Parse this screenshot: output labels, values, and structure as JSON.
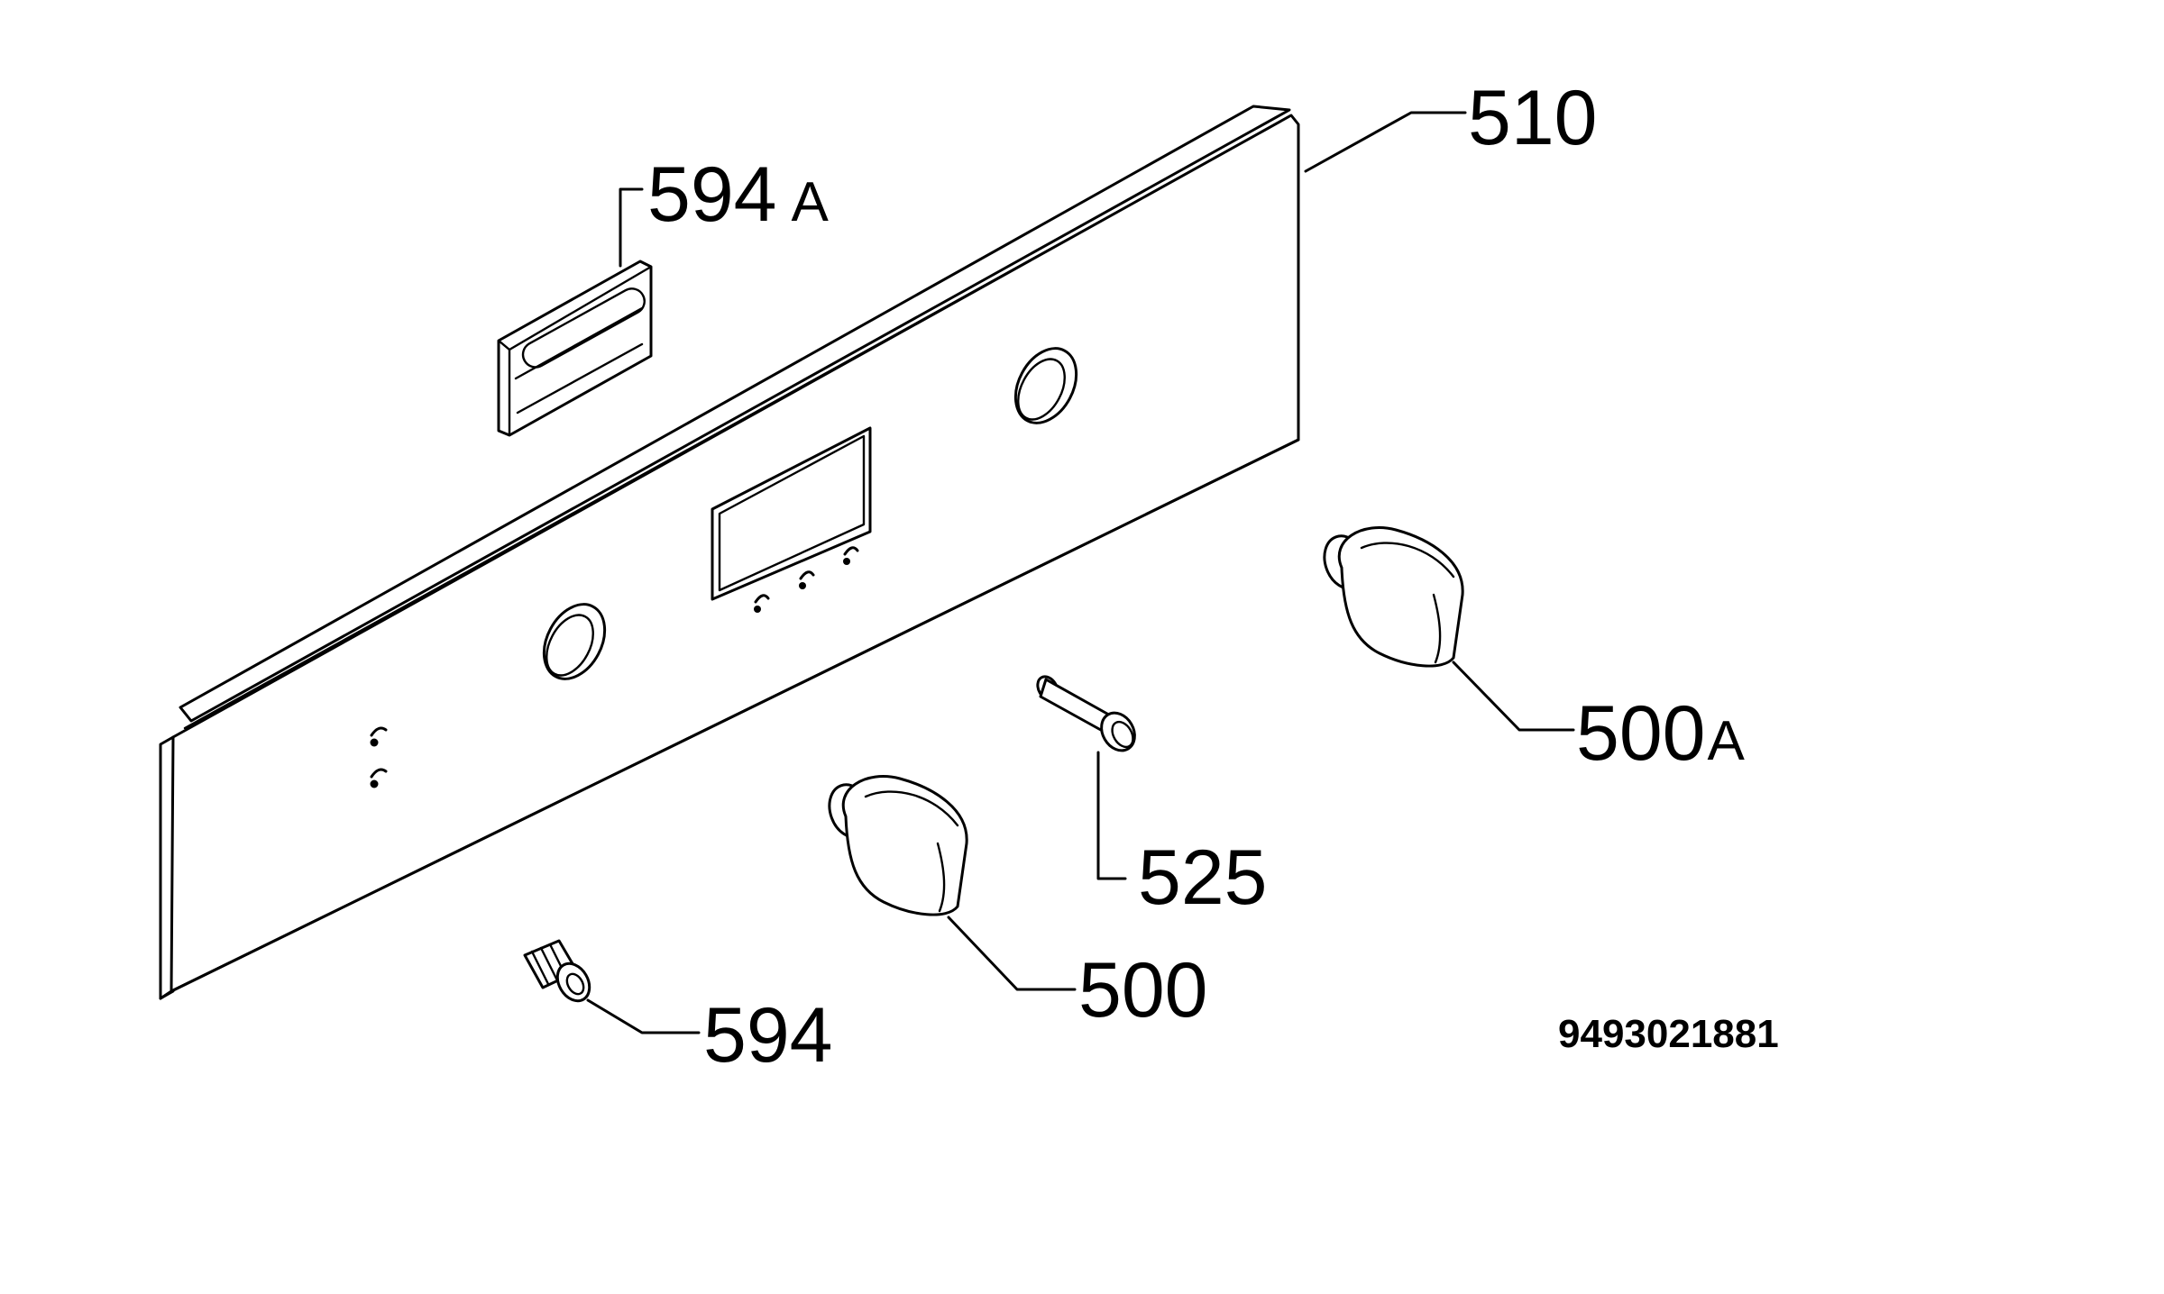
{
  "diagram": {
    "document_code": "9493021881",
    "callouts": [
      {
        "id": "510",
        "number": "510",
        "suffix": ""
      },
      {
        "id": "594A",
        "number": "594",
        "suffix": "A"
      },
      {
        "id": "500A",
        "number": "500",
        "suffix": "A"
      },
      {
        "id": "525",
        "number": "525",
        "suffix": ""
      },
      {
        "id": "500",
        "number": "500",
        "suffix": ""
      },
      {
        "id": "594",
        "number": "594",
        "suffix": ""
      }
    ]
  }
}
